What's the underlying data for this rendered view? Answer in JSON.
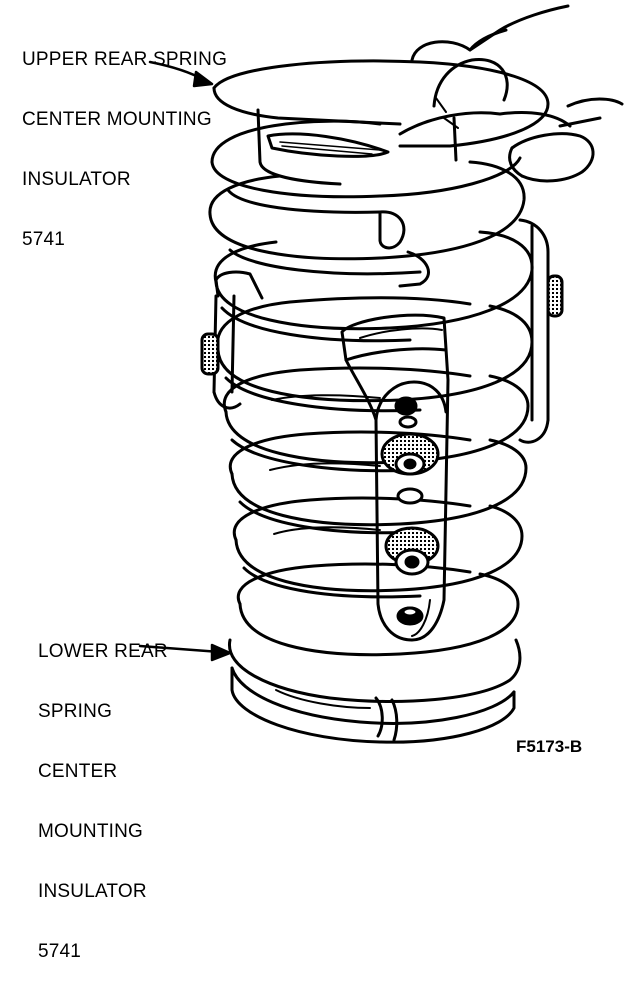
{
  "upper_label": {
    "lines": [
      "UPPER REAR SPRING",
      "CENTER MOUNTING",
      "INSULATOR",
      "5741"
    ]
  },
  "lower_label": {
    "lines": [
      "LOWER REAR",
      "SPRING",
      "CENTER",
      "MOUNTING",
      "INSULATOR",
      "5741"
    ]
  },
  "figure_id": "F5173-B"
}
